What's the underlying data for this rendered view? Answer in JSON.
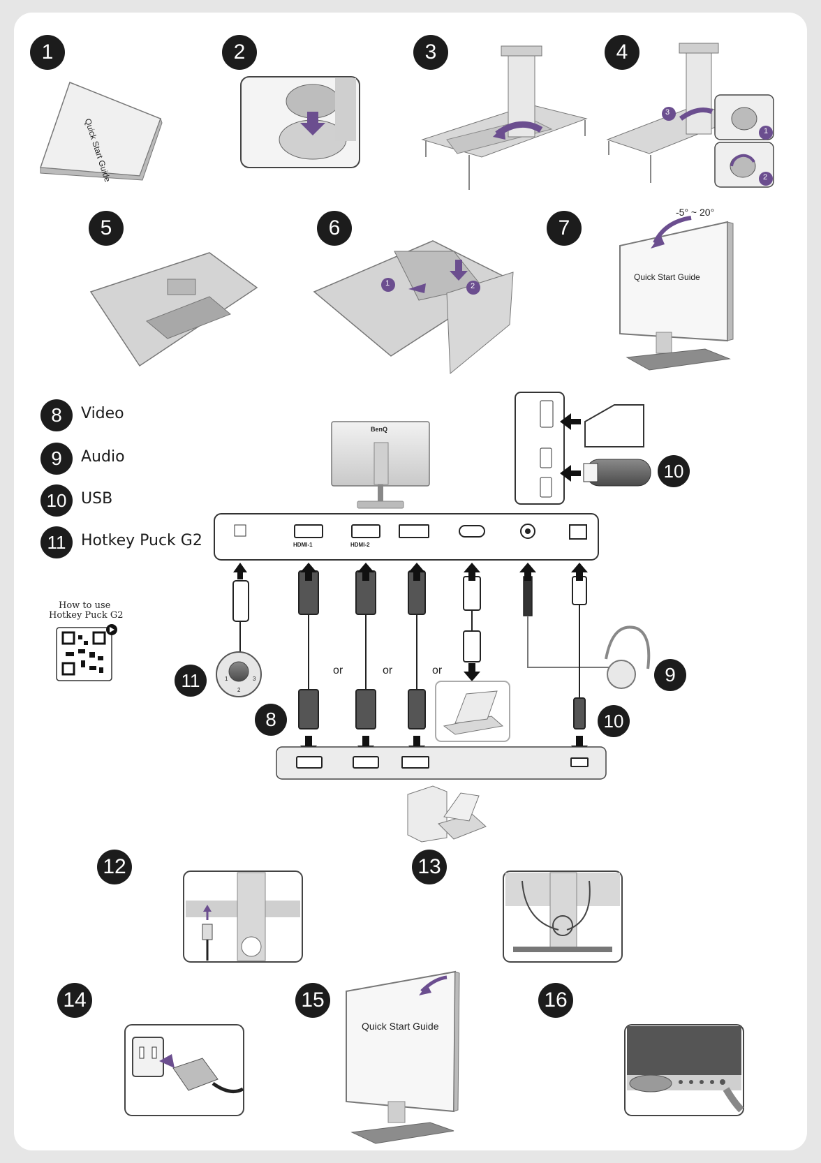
{
  "steps": [
    "1",
    "2",
    "3",
    "4",
    "5",
    "6",
    "7",
    "8",
    "9",
    "10",
    "11",
    "12",
    "13",
    "14",
    "15",
    "16"
  ],
  "legend": [
    {
      "num": "8",
      "label": "Video"
    },
    {
      "num": "9",
      "label": "Audio"
    },
    {
      "num": "10",
      "label": "USB"
    },
    {
      "num": "11",
      "label": "Hotkey Puck G2"
    }
  ],
  "guide_title": "Quick Start Guide",
  "tilt_range": "-5° ~ 20°",
  "sub_steps": [
    "1",
    "2",
    "3"
  ],
  "qr": {
    "line1": "How to use",
    "line2": "Hotkey Puck G2"
  },
  "brand": "BenQ",
  "ports": [
    "HDMI-1",
    "HDMI-2"
  ],
  "or_label": "or",
  "puck_numbers": [
    "1",
    "2",
    "3"
  ],
  "colors": {
    "accent": "#6b4e8f",
    "badge": "#1c1c1c",
    "line": "#555555"
  },
  "icons": [
    "sd-card-icon",
    "usb-icon",
    "headphone-icon",
    "displayport-icon",
    "hotkey-icon",
    "power-plug-icon"
  ]
}
